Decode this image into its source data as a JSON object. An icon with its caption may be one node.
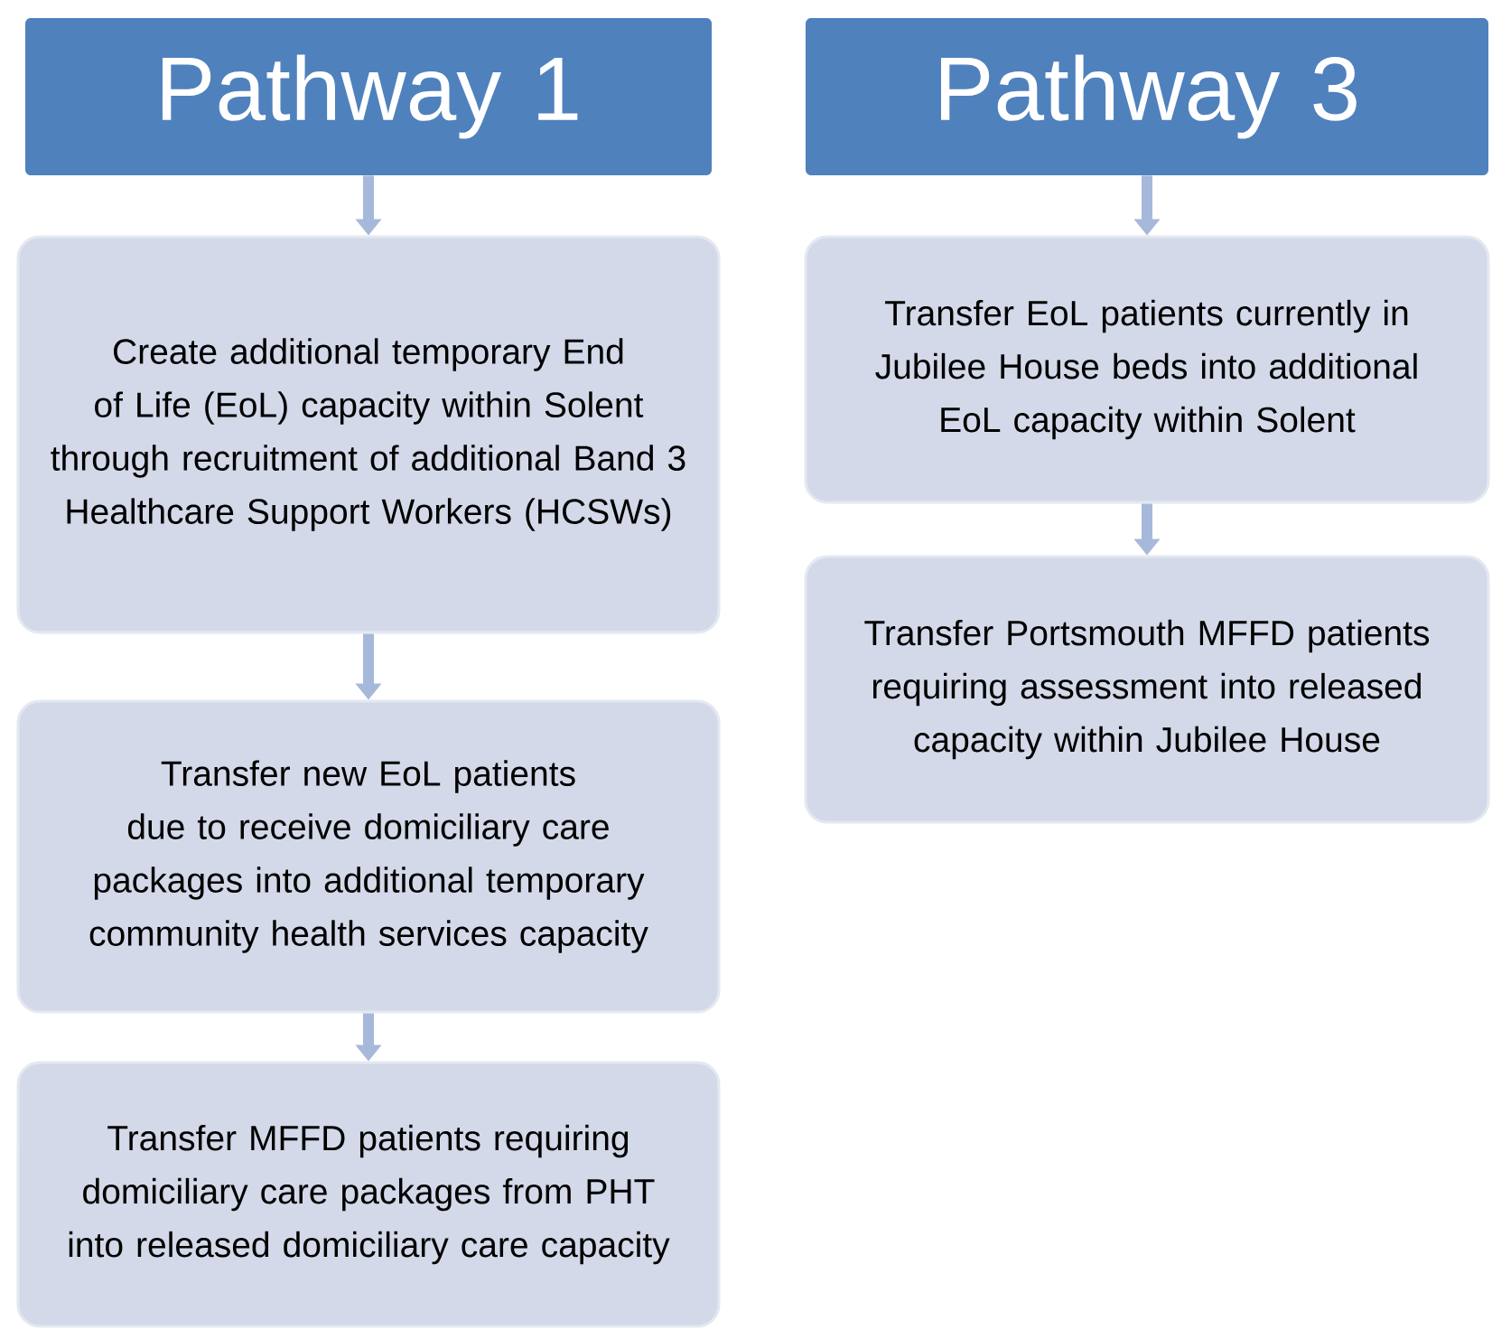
{
  "diagram": {
    "nodes": [
      {
        "text": [
          "Pathway 1"
        ]
      },
      {
        "text": [
          "Create additional temporary End of Life (EoL) capacity within Solent through recruitment of additional Band 3 Healthcare Support Workers (HCSWs)"
        ]
      },
      {
        "text": [
          "Transfer new EoL patients due to receive domiciliary care packages into additional temporary community health services capacity"
        ]
      },
      {
        "text": [
          "Transfer MFFD patients requiring domiciliary care packages from PHT into released domiciliary care capacity"
        ]
      },
      {
        "text": [
          "Pathway 3"
        ]
      },
      {
        "text": [
          "Transfer EoL patients currently in Jubilee House beds into additional EoL capacity within Solent"
        ]
      },
      {
        "text": [
          "Transfer Portsmouth MFFD patients requiring assessment into released capacity within Jubilee House"
        ]
      }
    ],
    "edges": [
      {
        "from": 0,
        "to": 1,
        "arrow": "to"
      },
      {
        "from": 1,
        "to": 2,
        "arrow": "to"
      },
      {
        "from": 2,
        "to": 3,
        "arrow": "to"
      },
      {
        "from": 4,
        "to": 5,
        "arrow": "to"
      },
      {
        "from": 5,
        "to": 6,
        "arrow": "to"
      }
    ]
  }
}
